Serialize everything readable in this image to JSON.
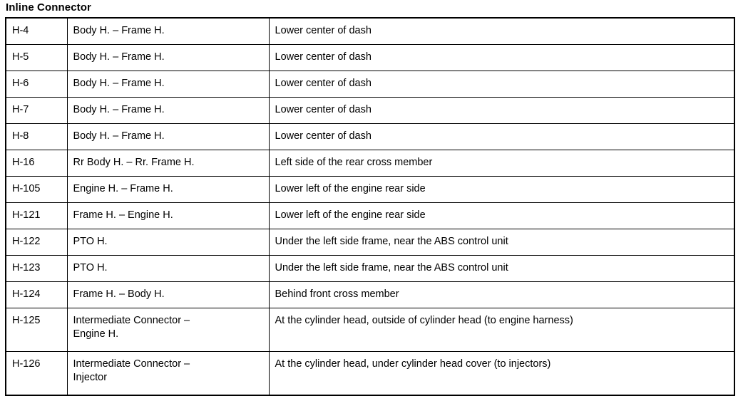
{
  "section": {
    "title": "Inline Connector"
  },
  "table": {
    "columns": [
      "connector_id",
      "harness",
      "location"
    ],
    "rows": [
      {
        "connector_id": "H-4",
        "harness": "Body H. – Frame H.",
        "location": "Lower center of dash",
        "tall": false
      },
      {
        "connector_id": "H-5",
        "harness": "Body H. – Frame H.",
        "location": "Lower center of dash",
        "tall": false
      },
      {
        "connector_id": "H-6",
        "harness": "Body H. – Frame H.",
        "location": "Lower center of dash",
        "tall": false
      },
      {
        "connector_id": "H-7",
        "harness": "Body H. – Frame H.",
        "location": "Lower center of dash",
        "tall": false
      },
      {
        "connector_id": "H-8",
        "harness": "Body H. – Frame H.",
        "location": "Lower center of dash",
        "tall": false
      },
      {
        "connector_id": "H-16",
        "harness": "Rr Body H. – Rr. Frame H.",
        "location": "Left side of the rear cross member",
        "tall": false
      },
      {
        "connector_id": "H-105",
        "harness": "Engine H. – Frame H.",
        "location": "Lower left of the engine rear side",
        "tall": false
      },
      {
        "connector_id": "H-121",
        "harness": "Frame H. – Engine H.",
        "location": "Lower left of the engine rear side",
        "tall": false
      },
      {
        "connector_id": "H-122",
        "harness": "PTO H.",
        "location": "Under the left side frame, near the ABS control unit",
        "tall": false
      },
      {
        "connector_id": "H-123",
        "harness": "PTO H.",
        "location": "Under the left side frame, near the ABS control unit",
        "tall": false
      },
      {
        "connector_id": "H-124",
        "harness": "Frame H. – Body H.",
        "location": "Behind front cross member",
        "tall": false
      },
      {
        "connector_id": "H-125",
        "harness": "Intermediate Connector –\nEngine H.",
        "location": "At the cylinder head, outside of cylinder head (to engine harness)",
        "tall": true
      },
      {
        "connector_id": "H-126",
        "harness": "Intermediate Connector –\nInjector",
        "location": "At the cylinder head, under cylinder head cover (to injectors)",
        "tall": true
      }
    ]
  },
  "colors": {
    "border": "#000000",
    "text": "#000000",
    "background": "#ffffff"
  }
}
